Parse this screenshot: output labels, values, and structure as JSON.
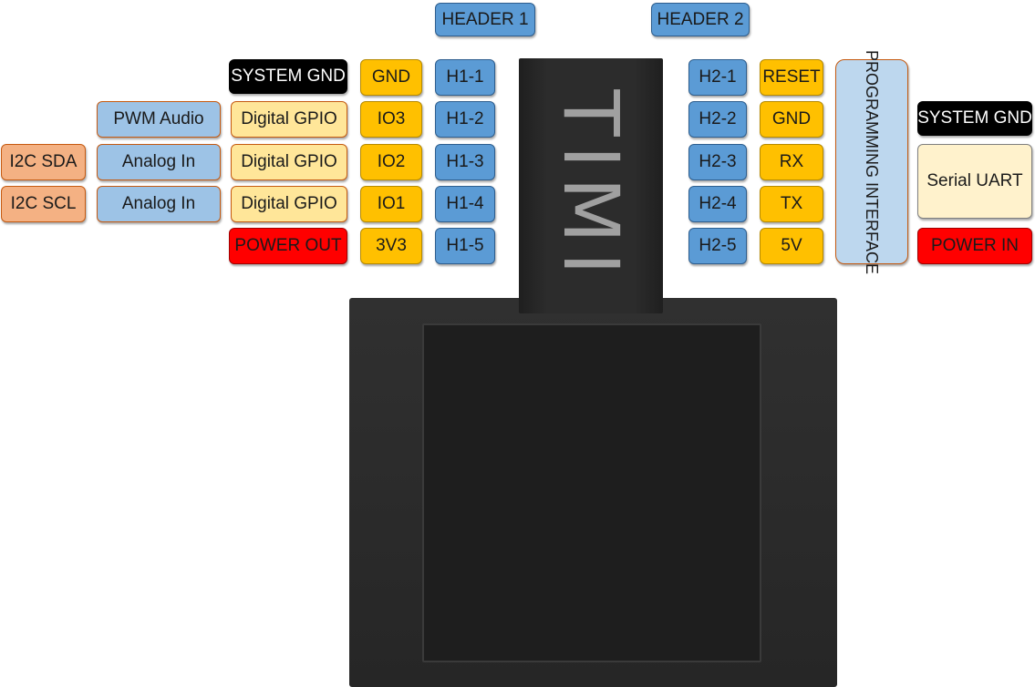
{
  "headers": {
    "header1": "HEADER 1",
    "header2": "HEADER 2"
  },
  "brand": "TIMI",
  "header1_pins": [
    "H1-1",
    "H1-2",
    "H1-3",
    "H1-4",
    "H1-5"
  ],
  "header1_signals": [
    "GND",
    "IO3",
    "IO2",
    "IO1",
    "3V3"
  ],
  "header1_functions": [
    "SYSTEM GND",
    "Digital GPIO",
    "Digital GPIO",
    "Digital GPIO",
    "POWER OUT"
  ],
  "header1_alt_functions": [
    "PWM Audio",
    "Analog In",
    "Analog In"
  ],
  "header1_i2c": [
    "I2C SDA",
    "I2C SCL"
  ],
  "header2_pins": [
    "H2-1",
    "H2-2",
    "H2-3",
    "H2-4",
    "H2-5"
  ],
  "header2_signals": [
    "RESET",
    "GND",
    "RX",
    "TX",
    "5V"
  ],
  "programming_interface": "PROGRAMMING INTERFACE",
  "header2_functions": {
    "gnd": "SYSTEM GND",
    "uart": "Serial UART",
    "power": "POWER IN"
  },
  "colors": {
    "pin_blue": "#5b9bd5",
    "io_orange": "#ffc000",
    "gpio_yellow": "#ffe699",
    "analog_blue": "#9dc3e6",
    "i2c_salmon": "#f4b183",
    "ground_black": "#000000",
    "power_red": "#ff0000",
    "uart_cream": "#fff2cc",
    "board_dark": "#2a2a2a",
    "brand_gray": "#a0a0a0"
  }
}
